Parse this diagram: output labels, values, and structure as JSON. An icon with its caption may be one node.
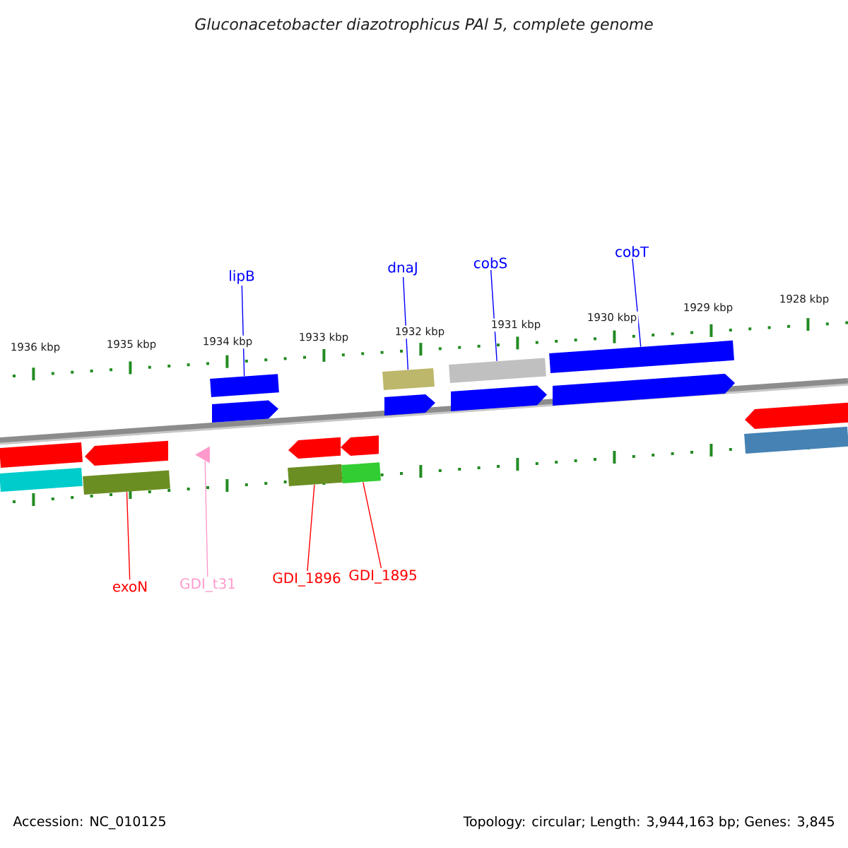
{
  "diagram": {
    "title": "Gluconacetobacter diazotrophicus PAl 5, complete genome",
    "nodes": [
      {
        "text": [
          "lipB"
        ]
      },
      {
        "text": [
          "dnaJ"
        ]
      },
      {
        "text": [
          "cobS"
        ]
      },
      {
        "text": [
          "cobT"
        ]
      },
      {
        "text": [
          "exoN"
        ]
      },
      {
        "text": [
          "GDI_t31"
        ]
      },
      {
        "text": [
          "GDI_1896"
        ]
      },
      {
        "text": [
          "GDI_1895"
        ]
      },
      {
        "text": [],
        "shape": "bar"
      },
      {
        "text": [],
        "shape": "bar"
      },
      {
        "text": [],
        "shape": "bar"
      },
      {
        "text": [],
        "shape": "bar"
      },
      {
        "text": [],
        "shape": "bar"
      },
      {
        "text": [],
        "shape": "triangle"
      },
      {
        "text": [],
        "shape": "bar"
      },
      {
        "text": [],
        "shape": "bar"
      },
      {
        "text": [],
        "shape": "bar"
      },
      {
        "text": [],
        "shape": "bar"
      },
      {
        "text": [],
        "shape": "arrow"
      },
      {
        "text": [],
        "shape": "arrow"
      },
      {
        "text": [],
        "shape": "arrow"
      },
      {
        "text": [],
        "shape": "arrow"
      },
      {
        "text": [],
        "shape": "arrow"
      },
      {
        "text": [],
        "shape": "arrow"
      },
      {
        "text": [],
        "shape": "arrow"
      },
      {
        "text": [],
        "shape": "arrow"
      },
      {
        "text": [],
        "shape": "bar"
      }
    ],
    "edges": [
      {
        "from": 0,
        "to": 8,
        "arrow": "none",
        "color": "#0000ff"
      },
      {
        "from": 1,
        "to": 9,
        "arrow": "none",
        "color": "#0000ff"
      },
      {
        "from": 2,
        "to": 10,
        "arrow": "none",
        "color": "#0000ff"
      },
      {
        "from": 3,
        "to": 11,
        "arrow": "none",
        "color": "#0000ff"
      },
      {
        "from": 4,
        "to": 12,
        "arrow": "none",
        "color": "#ff0000"
      },
      {
        "from": 5,
        "to": 13,
        "arrow": "none",
        "color": "#ff99cc"
      },
      {
        "from": 6,
        "to": 14,
        "arrow": "none",
        "color": "#ff0000"
      },
      {
        "from": 7,
        "to": 15,
        "arrow": "none",
        "color": "#ff0000"
      }
    ],
    "labels": [
      "1936 kbp",
      "1935 kbp",
      "1934 kbp",
      "1933 kbp",
      "1932 kbp",
      "1931 kbp",
      "1930 kbp",
      "1929 kbp",
      "1928 kbp",
      "Accession: NC_010125",
      "Topology: circular; Length: 3,944,163 bp; Genes: 3,845"
    ]
  }
}
